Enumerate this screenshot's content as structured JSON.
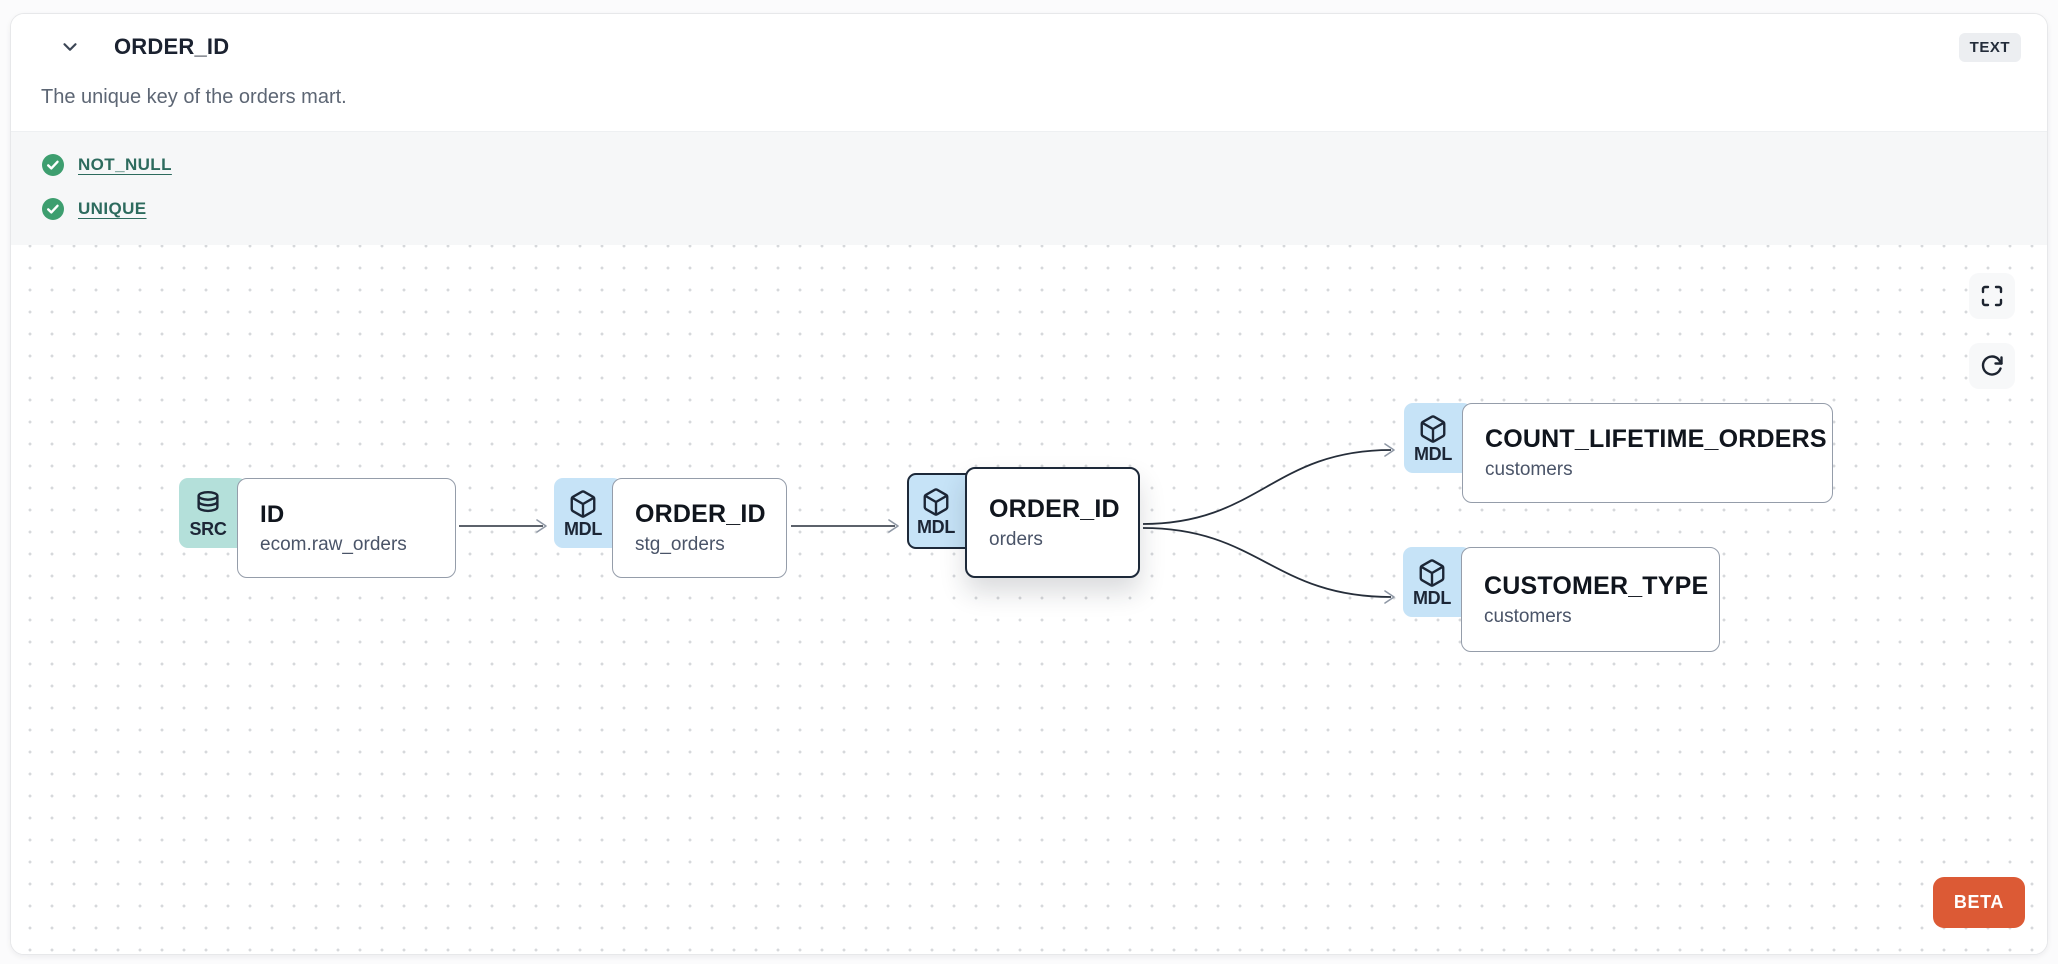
{
  "header": {
    "title": "ORDER_ID",
    "type_badge": "TEXT",
    "description": "The unique key of the orders mart."
  },
  "tests": [
    {
      "label": "NOT_NULL",
      "status": "pass"
    },
    {
      "label": "UNIQUE",
      "status": "pass"
    }
  ],
  "lineage": {
    "nodes": [
      {
        "id": "src",
        "badge": "SRC",
        "icon": "database-icon",
        "title": "ID",
        "subtitle": "ecom.raw_orders",
        "selected": false
      },
      {
        "id": "stg",
        "badge": "MDL",
        "icon": "cube-icon",
        "title": "ORDER_ID",
        "subtitle": "stg_orders",
        "selected": false
      },
      {
        "id": "orders",
        "badge": "MDL",
        "icon": "cube-icon",
        "title": "ORDER_ID",
        "subtitle": "orders",
        "selected": true
      },
      {
        "id": "count",
        "badge": "MDL",
        "icon": "cube-icon",
        "title": "COUNT_LIFETIME_ORDERS",
        "subtitle": "customers",
        "selected": false
      },
      {
        "id": "ctype",
        "badge": "MDL",
        "icon": "cube-icon",
        "title": "CUSTOMER_TYPE",
        "subtitle": "customers",
        "selected": false
      }
    ],
    "edges": [
      {
        "from": "src",
        "to": "stg"
      },
      {
        "from": "stg",
        "to": "orders"
      },
      {
        "from": "orders",
        "to": "count"
      },
      {
        "from": "orders",
        "to": "ctype"
      }
    ],
    "beta_label": "BETA"
  },
  "colors": {
    "test_pass_green": "#3d9e6f",
    "link_teal": "#2d6b5e",
    "src_badge_bg": "#b4e0da",
    "mdl_badge_bg": "#c6e3f7",
    "selected_border": "#1d2939",
    "beta_bg": "#dc5a35",
    "type_badge_bg": "#eceef1"
  }
}
